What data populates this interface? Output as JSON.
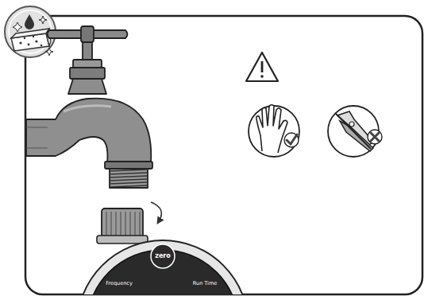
{
  "diagram": {
    "labels": [
      "zero",
      "Frequency",
      "Run Time"
    ]
  }
}
